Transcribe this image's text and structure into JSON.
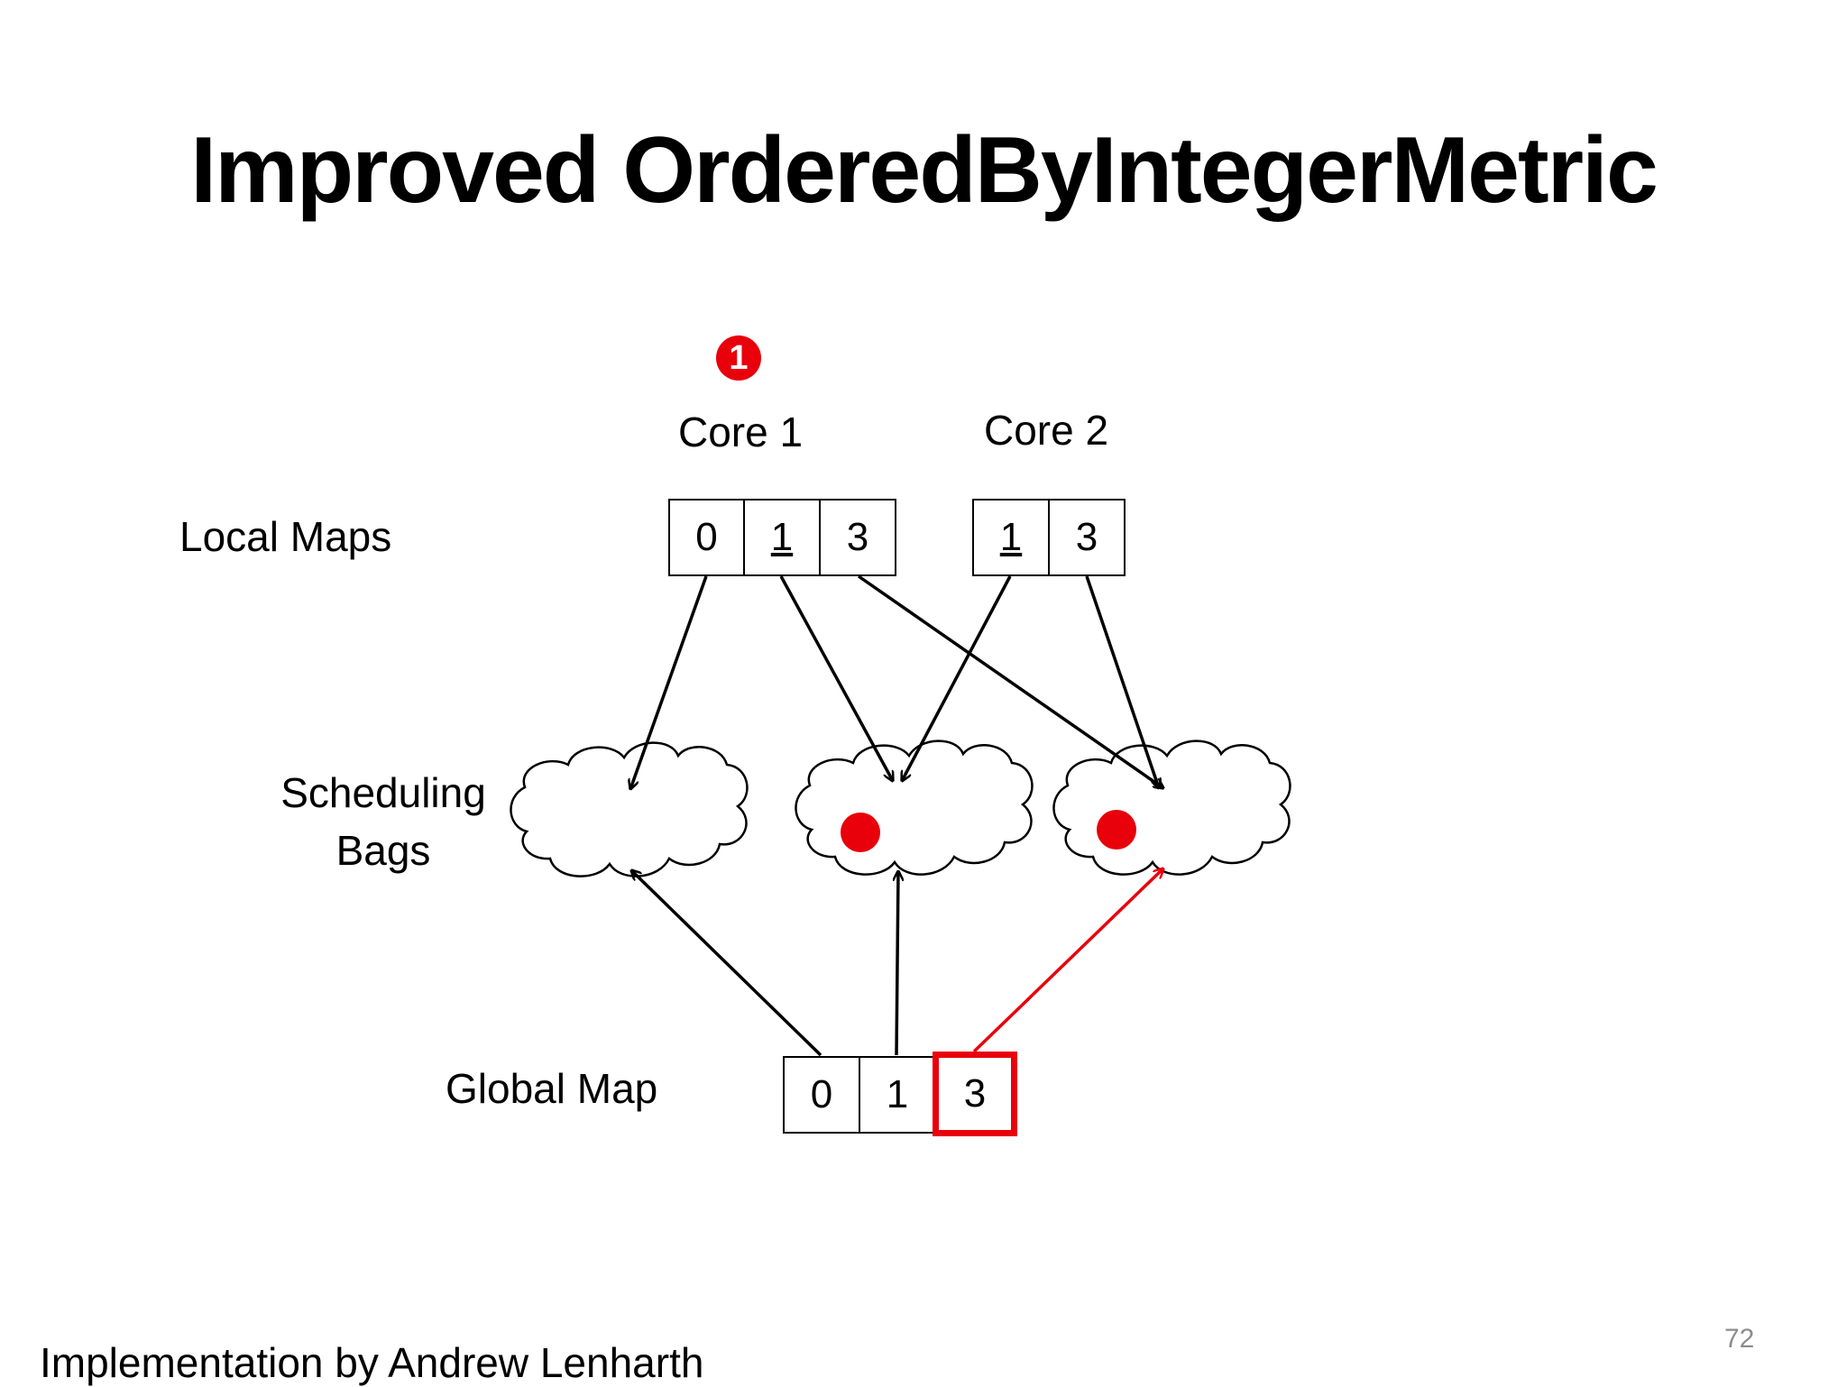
{
  "title": "Improved OrderedByIntegerMetric",
  "badge": "1",
  "cores": [
    {
      "label": "Core 1"
    },
    {
      "label": "Core 2"
    }
  ],
  "row_labels": {
    "local_maps": "Local Maps",
    "scheduling_bags": [
      "Scheduling",
      "Bags"
    ],
    "global_map": "Global Map"
  },
  "local_maps": [
    {
      "cells": [
        "0",
        "1",
        "3"
      ],
      "underlined_index": 1
    },
    {
      "cells": [
        "1",
        "3"
      ],
      "underlined_index": 0
    }
  ],
  "global_map": {
    "cells": [
      "0",
      "1",
      "3"
    ],
    "highlighted_index": 2
  },
  "bags": [
    {
      "has_item": false
    },
    {
      "has_item": true
    },
    {
      "has_item": true
    }
  ],
  "colors": {
    "accent": "#e8000b",
    "ink": "#000000",
    "page_number": "#8c8c8c"
  },
  "footer": "Implementation by Andrew Lenharth",
  "page_number": "72"
}
